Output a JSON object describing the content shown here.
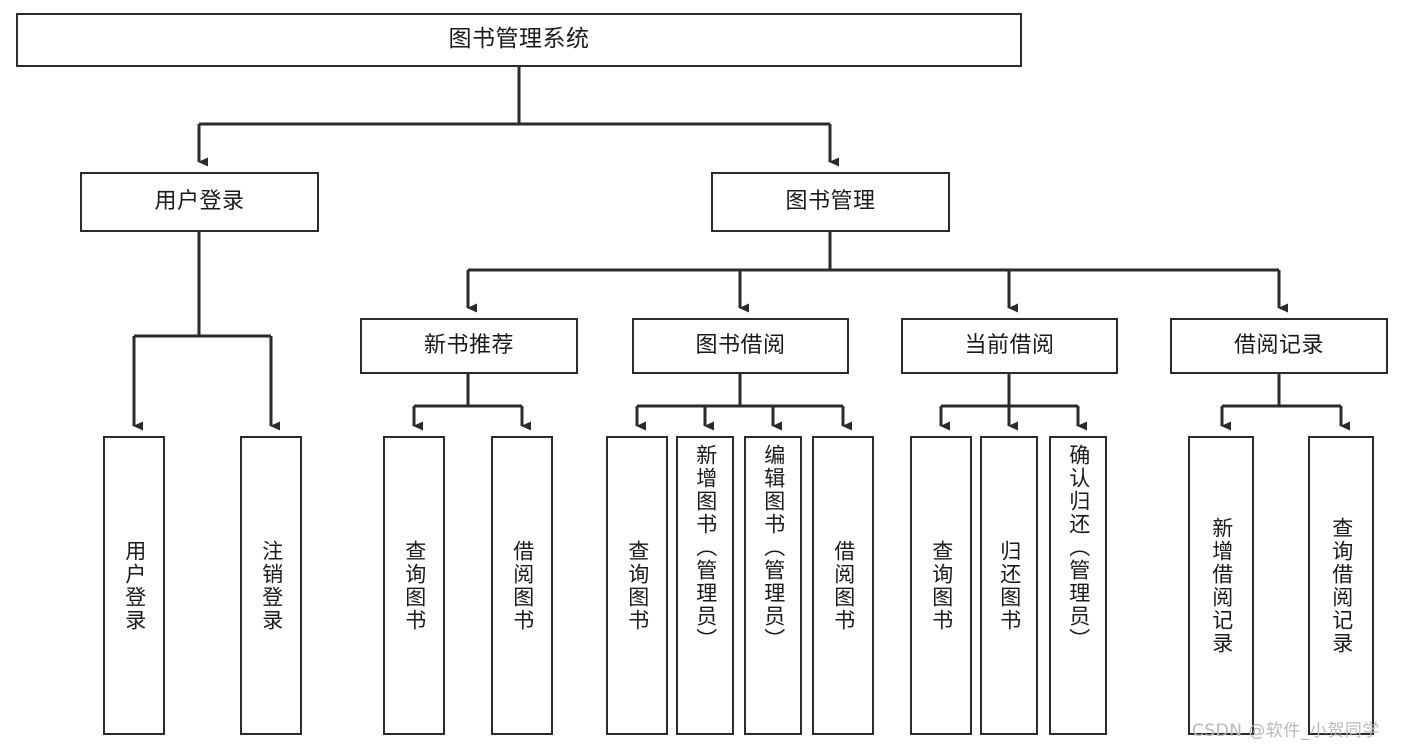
{
  "diagram": {
    "type": "tree-hierarchy",
    "title": "图书管理系统",
    "watermark": "CSDN @软件_小贺同学",
    "colors": {
      "background": "#ffffff",
      "box_fill": "#ffffff",
      "box_border": "#2b2b2b",
      "connector": "#2b2b2b",
      "text": "#1a1a1a",
      "watermark": "#b9b9b9"
    },
    "levels": {
      "root": {
        "label": "图书管理系统"
      },
      "level2": [
        {
          "id": "user-login",
          "label": "用户登录"
        },
        {
          "id": "book-manage",
          "label": "图书管理"
        }
      ],
      "level3": [
        {
          "id": "new-book-recommend",
          "label": "新书推荐",
          "parent": "book-manage"
        },
        {
          "id": "book-borrow",
          "label": "图书借阅",
          "parent": "book-manage"
        },
        {
          "id": "current-borrow",
          "label": "当前借阅",
          "parent": "book-manage"
        },
        {
          "id": "borrow-record",
          "label": "借阅记录",
          "parent": "book-manage"
        }
      ],
      "leaves": [
        {
          "id": "leaf-user-login",
          "label": "用户登录",
          "parent": "user-login"
        },
        {
          "id": "leaf-logout-login",
          "label": "注销登录",
          "parent": "user-login"
        },
        {
          "id": "leaf-query-book-1",
          "label": "查询图书",
          "parent": "new-book-recommend"
        },
        {
          "id": "leaf-borrow-book-1",
          "label": "借阅图书",
          "parent": "new-book-recommend"
        },
        {
          "id": "leaf-query-book-2",
          "label": "查询图书",
          "parent": "book-borrow"
        },
        {
          "id": "leaf-add-book",
          "label": "新增图书（管理员）",
          "parent": "book-borrow"
        },
        {
          "id": "leaf-edit-book",
          "label": "编辑图书（管理员）",
          "parent": "book-borrow"
        },
        {
          "id": "leaf-borrow-book-2",
          "label": "借阅图书",
          "parent": "book-borrow"
        },
        {
          "id": "leaf-query-book-3",
          "label": "查询图书",
          "parent": "current-borrow"
        },
        {
          "id": "leaf-return-book",
          "label": "归还图书",
          "parent": "current-borrow"
        },
        {
          "id": "leaf-confirm-return",
          "label": "确认归还（管理员）",
          "parent": "current-borrow"
        },
        {
          "id": "leaf-add-record",
          "label": "新增借阅记录",
          "parent": "borrow-record"
        },
        {
          "id": "leaf-query-record",
          "label": "查询借阅记录",
          "parent": "borrow-record"
        }
      ]
    }
  }
}
